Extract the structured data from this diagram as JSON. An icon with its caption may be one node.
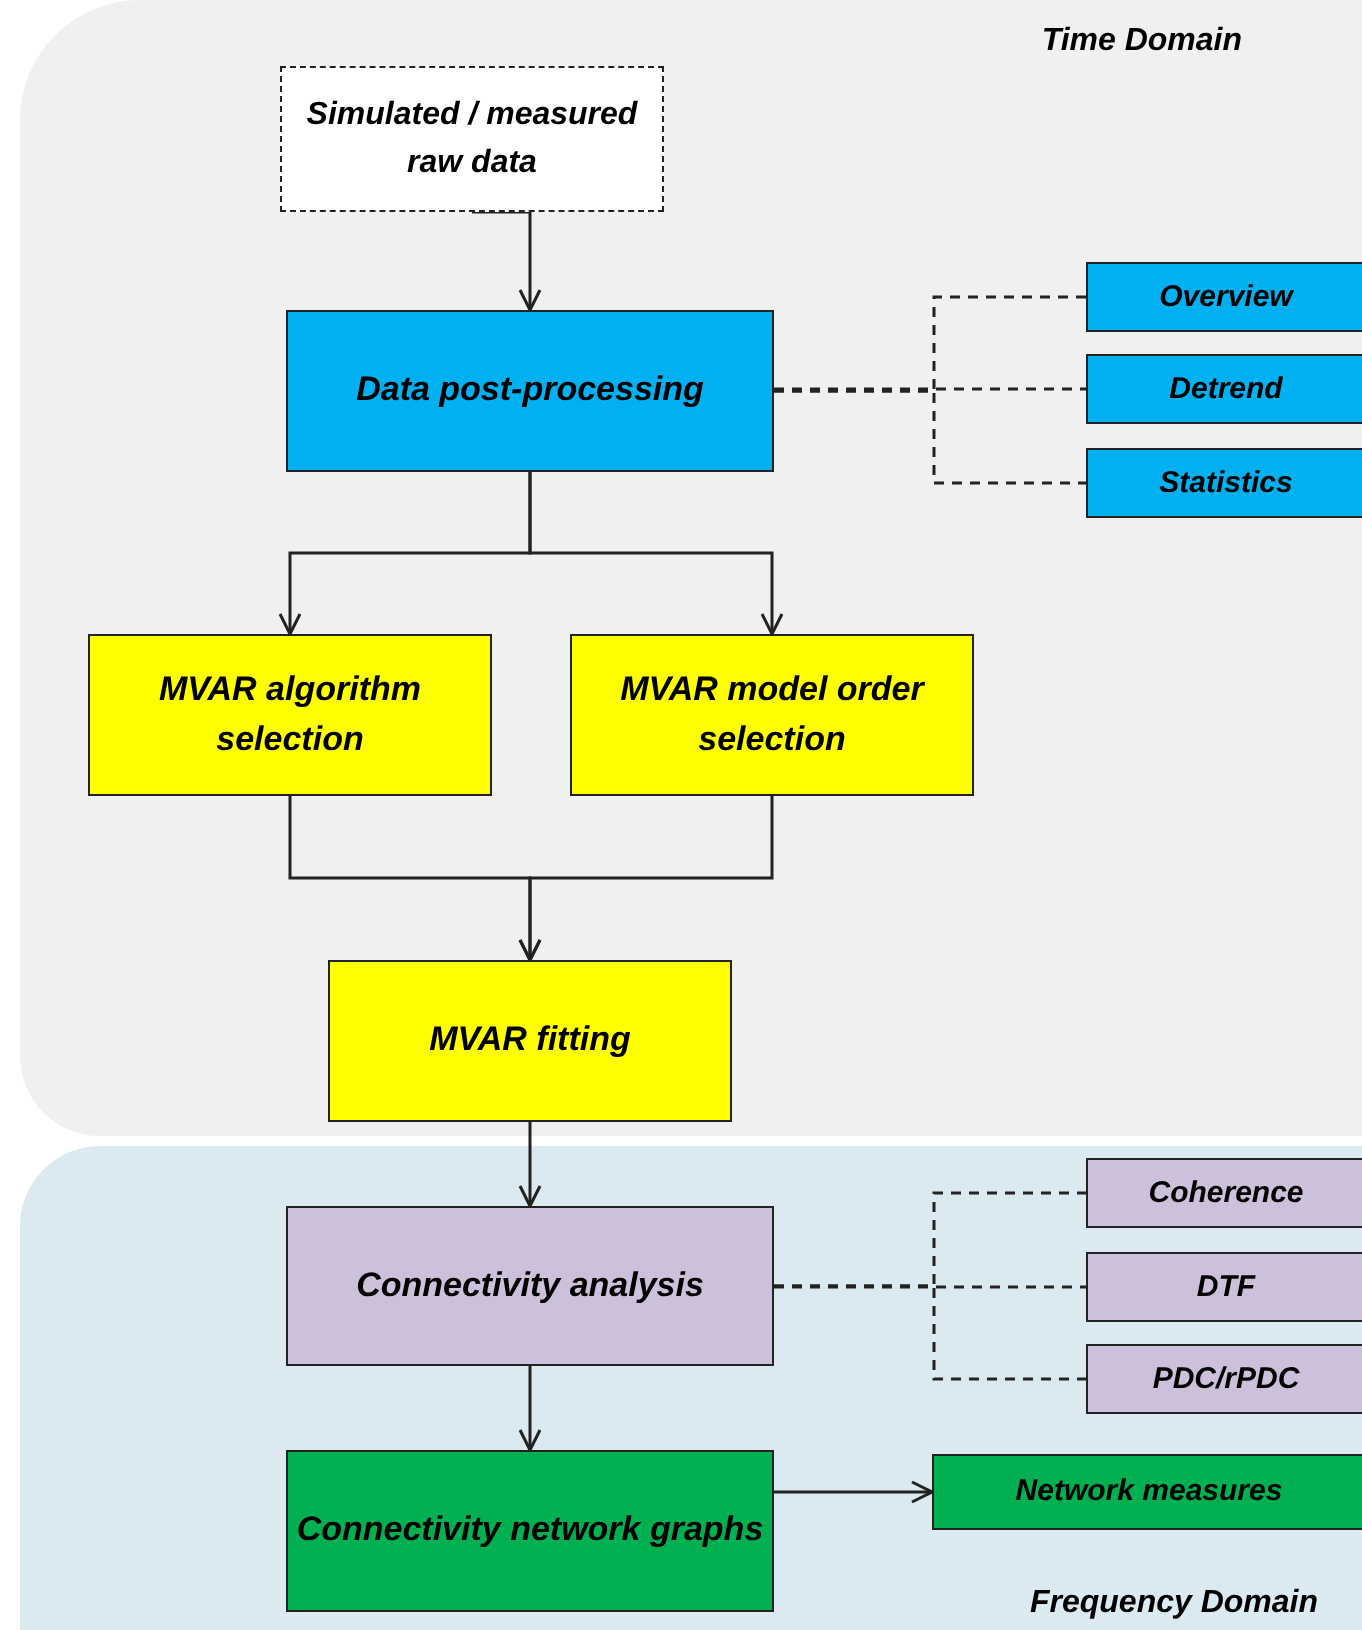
{
  "diagram": {
    "nodes": [
      {
        "text": [
          "Time Domain"
        ]
      },
      {
        "text": [
          "Simulated / measured raw data"
        ],
        "in": 0
      },
      {
        "text": [
          "Data post-processing"
        ],
        "in": 0
      },
      {
        "text": [
          "Overview"
        ],
        "in": 0
      },
      {
        "text": [
          "Detrend"
        ],
        "in": 0
      },
      {
        "text": [
          "Statistics"
        ],
        "in": 0
      },
      {
        "text": [
          "MVAR algorithm selection"
        ],
        "in": 0
      },
      {
        "text": [
          "MVAR model order selection"
        ],
        "in": 0
      },
      {
        "text": [
          "MVAR fitting"
        ],
        "in": 0
      },
      {
        "text": [
          "Frequency Domain"
        ]
      },
      {
        "text": [
          "Connectivity analysis"
        ],
        "in": 9
      },
      {
        "text": [
          "Coherence"
        ],
        "in": 9
      },
      {
        "text": [
          "DTF"
        ],
        "in": 9
      },
      {
        "text": [
          "PDC/rPDC"
        ],
        "in": 9
      },
      {
        "text": [
          "Connectivity network graphs"
        ],
        "in": 9
      },
      {
        "text": [
          "Network measures"
        ],
        "in": 9
      }
    ],
    "edges": [
      {
        "from": 1,
        "to": 2,
        "arrow": "to"
      },
      {
        "from": 2,
        "to": 3,
        "arrow": "none",
        "style": "dashed"
      },
      {
        "from": 2,
        "to": 4,
        "arrow": "none",
        "style": "dashed"
      },
      {
        "from": 2,
        "to": 5,
        "arrow": "none",
        "style": "dashed"
      },
      {
        "from": 2,
        "to": 6,
        "arrow": "to"
      },
      {
        "from": 2,
        "to": 7,
        "arrow": "to"
      },
      {
        "from": 6,
        "to": 8,
        "arrow": "to"
      },
      {
        "from": 7,
        "to": 8,
        "arrow": "to"
      },
      {
        "from": 8,
        "to": 10,
        "arrow": "to"
      },
      {
        "from": 10,
        "to": 11,
        "arrow": "none",
        "style": "dashed"
      },
      {
        "from": 10,
        "to": 12,
        "arrow": "none",
        "style": "dashed"
      },
      {
        "from": 10,
        "to": 13,
        "arrow": "none",
        "style": "dashed"
      },
      {
        "from": 10,
        "to": 14,
        "arrow": "to"
      },
      {
        "from": 14,
        "to": 15,
        "arrow": "to"
      }
    ]
  }
}
